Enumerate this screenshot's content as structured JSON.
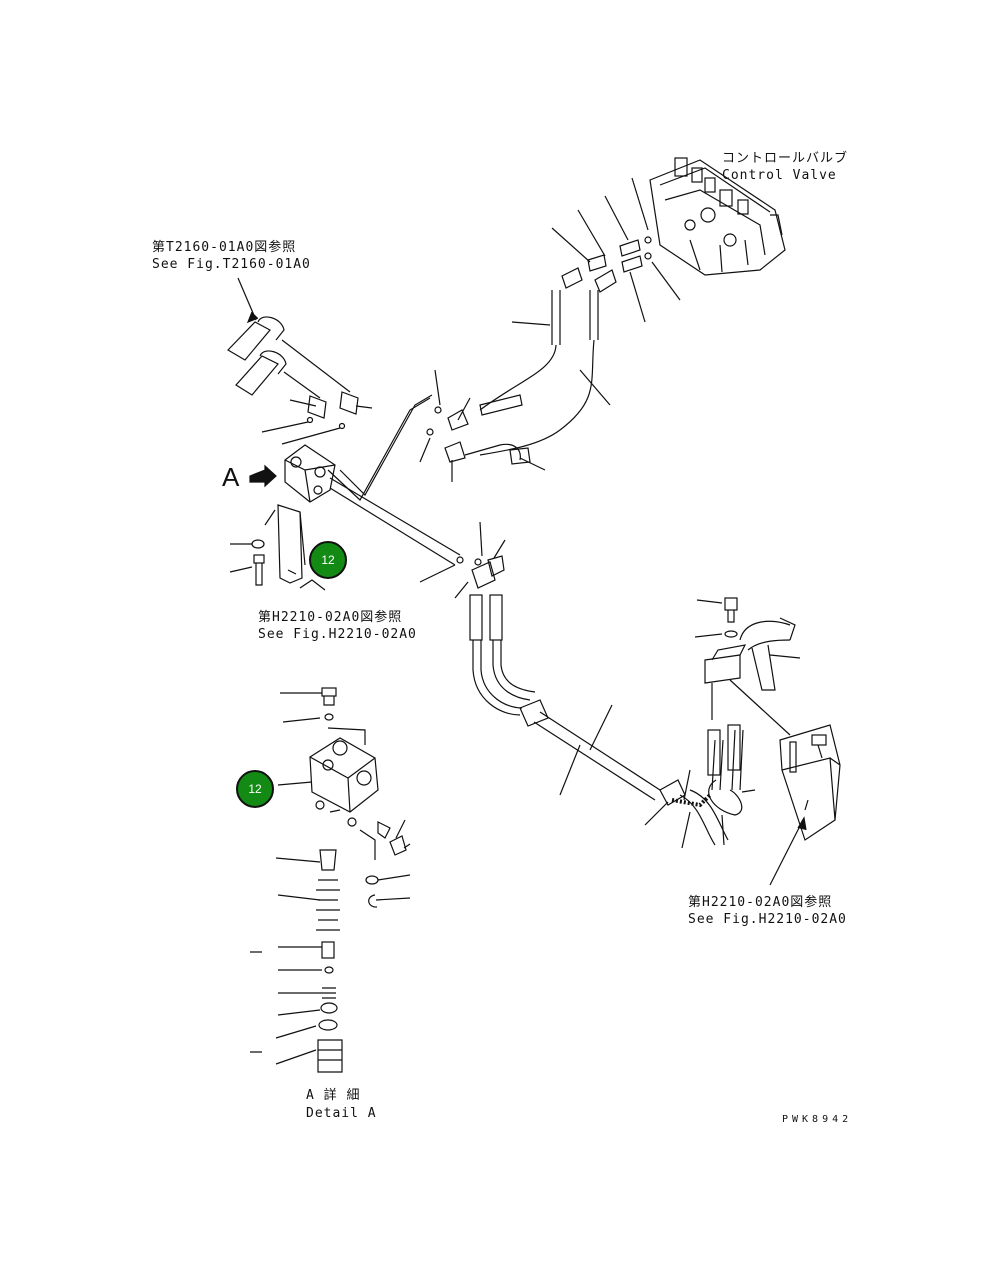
{
  "labels": {
    "control_valve_jp": "コントロールバルブ",
    "control_valve_en": "Control Valve",
    "ref_t2160_jp": "第T2160-01A0図参照",
    "ref_t2160_en": "See Fig.T2160-01A0",
    "ref_h2210_left_jp": "第H2210-02A0図参照",
    "ref_h2210_left_en": "See Fig.H2210-02A0",
    "ref_h2210_right_jp": "第H2210-02A0図参照",
    "ref_h2210_right_en": "See Fig.H2210-02A0",
    "view_a": "A",
    "detail_a_jp": "A 詳 細",
    "detail_a_en": "Detail A",
    "drawing_code": "PWK8942"
  },
  "callouts": [
    {
      "id": "upper",
      "number": "12"
    },
    {
      "id": "detail",
      "number": "12"
    }
  ],
  "colors": {
    "callout_fill": "#138a13",
    "line": "#111111"
  }
}
